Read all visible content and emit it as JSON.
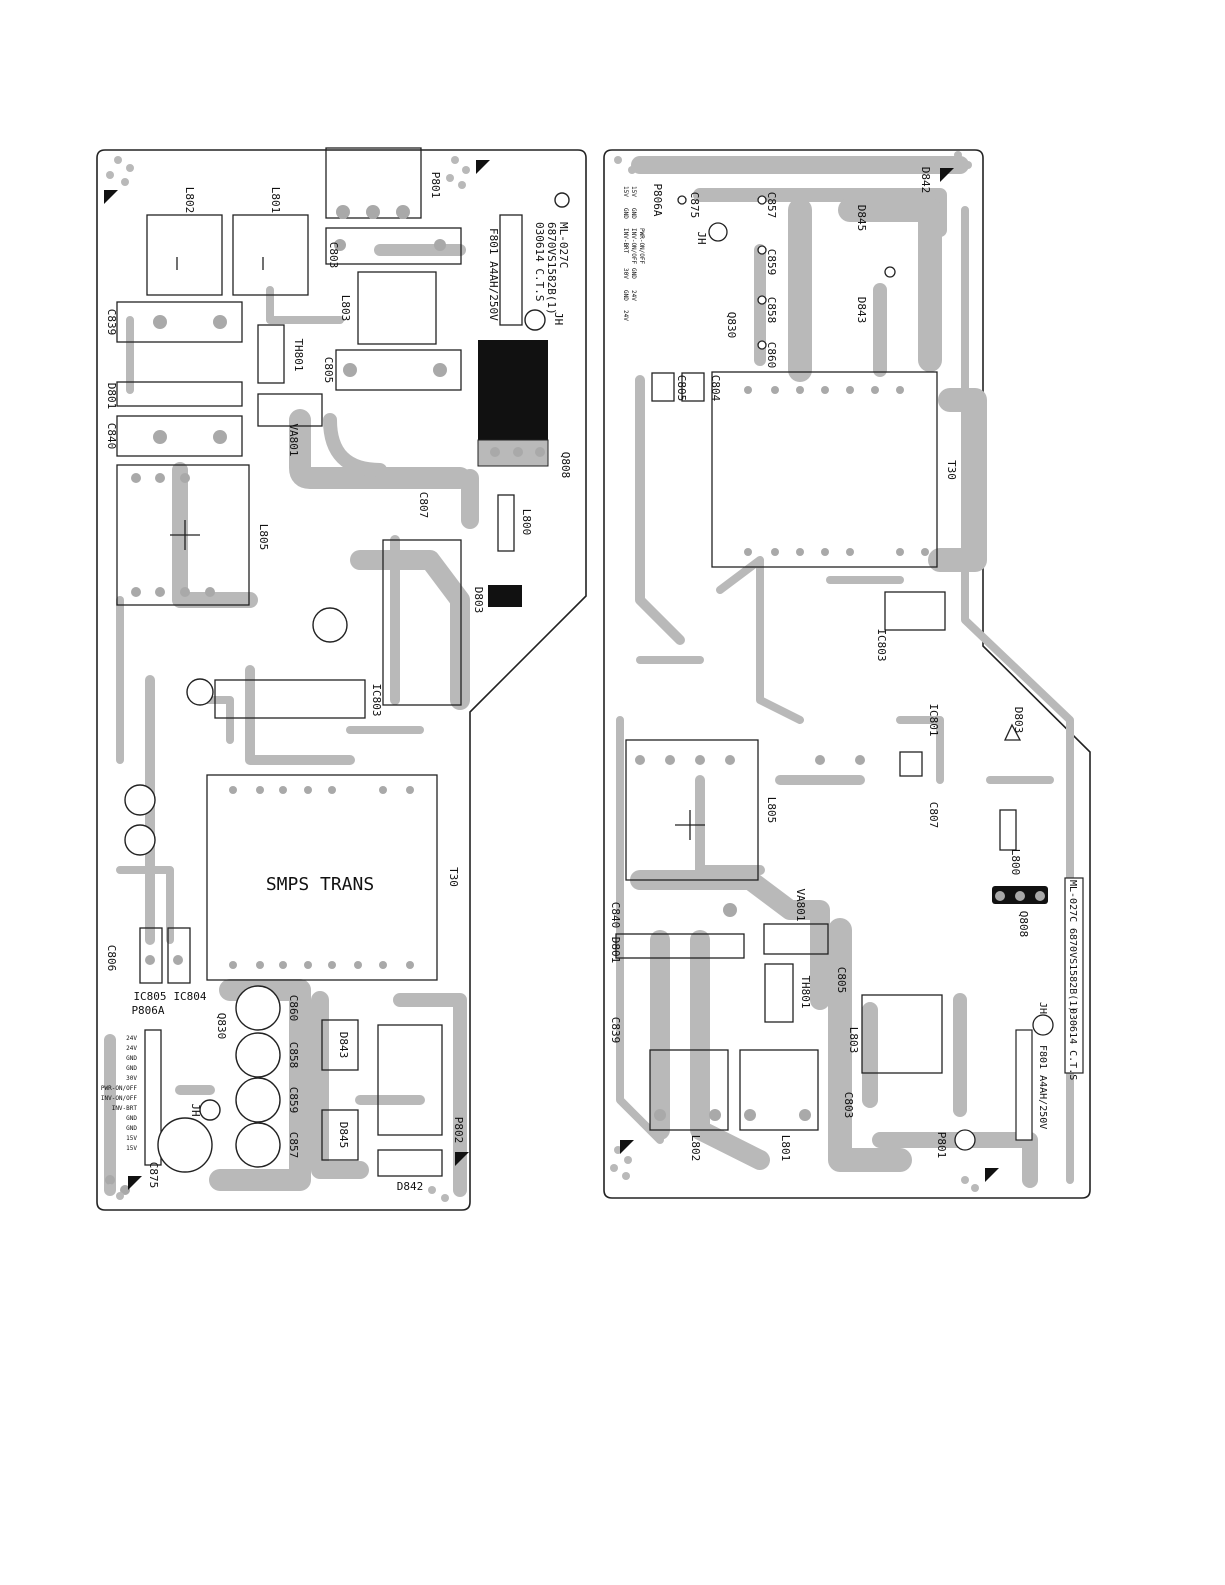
{
  "colors": {
    "copper": "#b9b9b9",
    "ink": "#111111",
    "paper": "#ffffff",
    "pad": "#a9a9a9"
  },
  "left_board": {
    "transformer_label": "SMPS TRANS",
    "model": "ML-027C",
    "pcb_code": "6870VS1582B(1)",
    "date_code": "030614 C.T.S",
    "fuse": "F801 A4AH/250V",
    "jh": "JH",
    "components": [
      "L802",
      "L801",
      "P801",
      "C803",
      "L803",
      "C839",
      "TH801",
      "C805",
      "D801",
      "VA801",
      "C840",
      "Q808",
      "L805",
      "C807",
      "L800",
      "D803",
      "IC803",
      "T30",
      "C806",
      "IC805",
      "IC804",
      "P806A",
      "Q830",
      "C860",
      "C858",
      "C859",
      "C857",
      "D843",
      "D845",
      "P802",
      "D842",
      "C875",
      "JH"
    ],
    "pin_labels": [
      "24V",
      "24V",
      "GND",
      "GND",
      "30V",
      "PWR-ON/OFF",
      "INV-ON/OFF",
      "INV-BRT",
      "GND",
      "GND",
      "15V",
      "15V"
    ]
  },
  "right_board": {
    "model": "ML-027C",
    "pcb_code": "6870VS1582B(1)",
    "date_code": "030614 C.T.S",
    "fuse": "F801 A4AH/250V",
    "jh": "JH",
    "components": [
      "P806A",
      "C875",
      "C857",
      "D842",
      "D845",
      "C859",
      "JH",
      "Q830",
      "C858",
      "D843",
      "C860",
      "C805",
      "C804",
      "T30",
      "IC803",
      "D803",
      "IC801",
      "L805",
      "C807",
      "L800",
      "Q808",
      "C840",
      "D801",
      "VA801",
      "C805",
      "TH801",
      "C839",
      "L803",
      "C803",
      "L802",
      "L801",
      "P801"
    ],
    "pin_labels": [
      "15V",
      "15V",
      "GND",
      "GND",
      "INV-BRT",
      "INV-ON/OFF",
      "PWR-ON/OFF",
      "30V",
      "GND",
      "GND",
      "24V",
      "24V"
    ]
  }
}
